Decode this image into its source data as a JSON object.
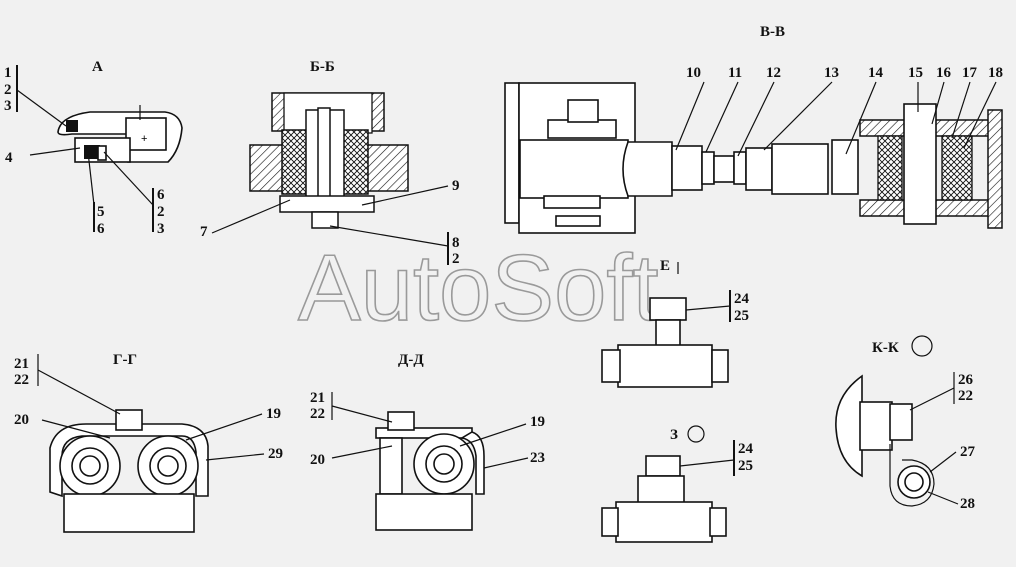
{
  "watermark": "AutoSoft",
  "views": {
    "a": "А",
    "bb": "Б-Б",
    "vv": "В-В",
    "gg": "Г-Г",
    "dd": "Д-Д",
    "e": "Е",
    "z": "З",
    "kk": "К-К"
  },
  "callouts": {
    "c1": "1",
    "c2": "2",
    "c3": "3",
    "c4": "4",
    "c5": "5",
    "c6": "6",
    "c6b": "6",
    "c2b": "2",
    "c3b": "3",
    "c7": "7",
    "c8": "8",
    "c2c": "2",
    "c9": "9",
    "c10": "10",
    "c11": "11",
    "c12": "12",
    "c13": "13",
    "c14": "14",
    "c15": "15",
    "c16": "16",
    "c17": "17",
    "c18": "18",
    "c24": "24",
    "c25": "25",
    "c21": "21",
    "c22": "22",
    "c20": "20",
    "c19": "19",
    "c29": "29",
    "c21b": "21",
    "c22b": "22",
    "c20b": "20",
    "c19b": "19",
    "c23": "23",
    "c24b": "24",
    "c25b": "25",
    "c26": "26",
    "c22c": "22",
    "c27": "27",
    "c28": "28"
  }
}
